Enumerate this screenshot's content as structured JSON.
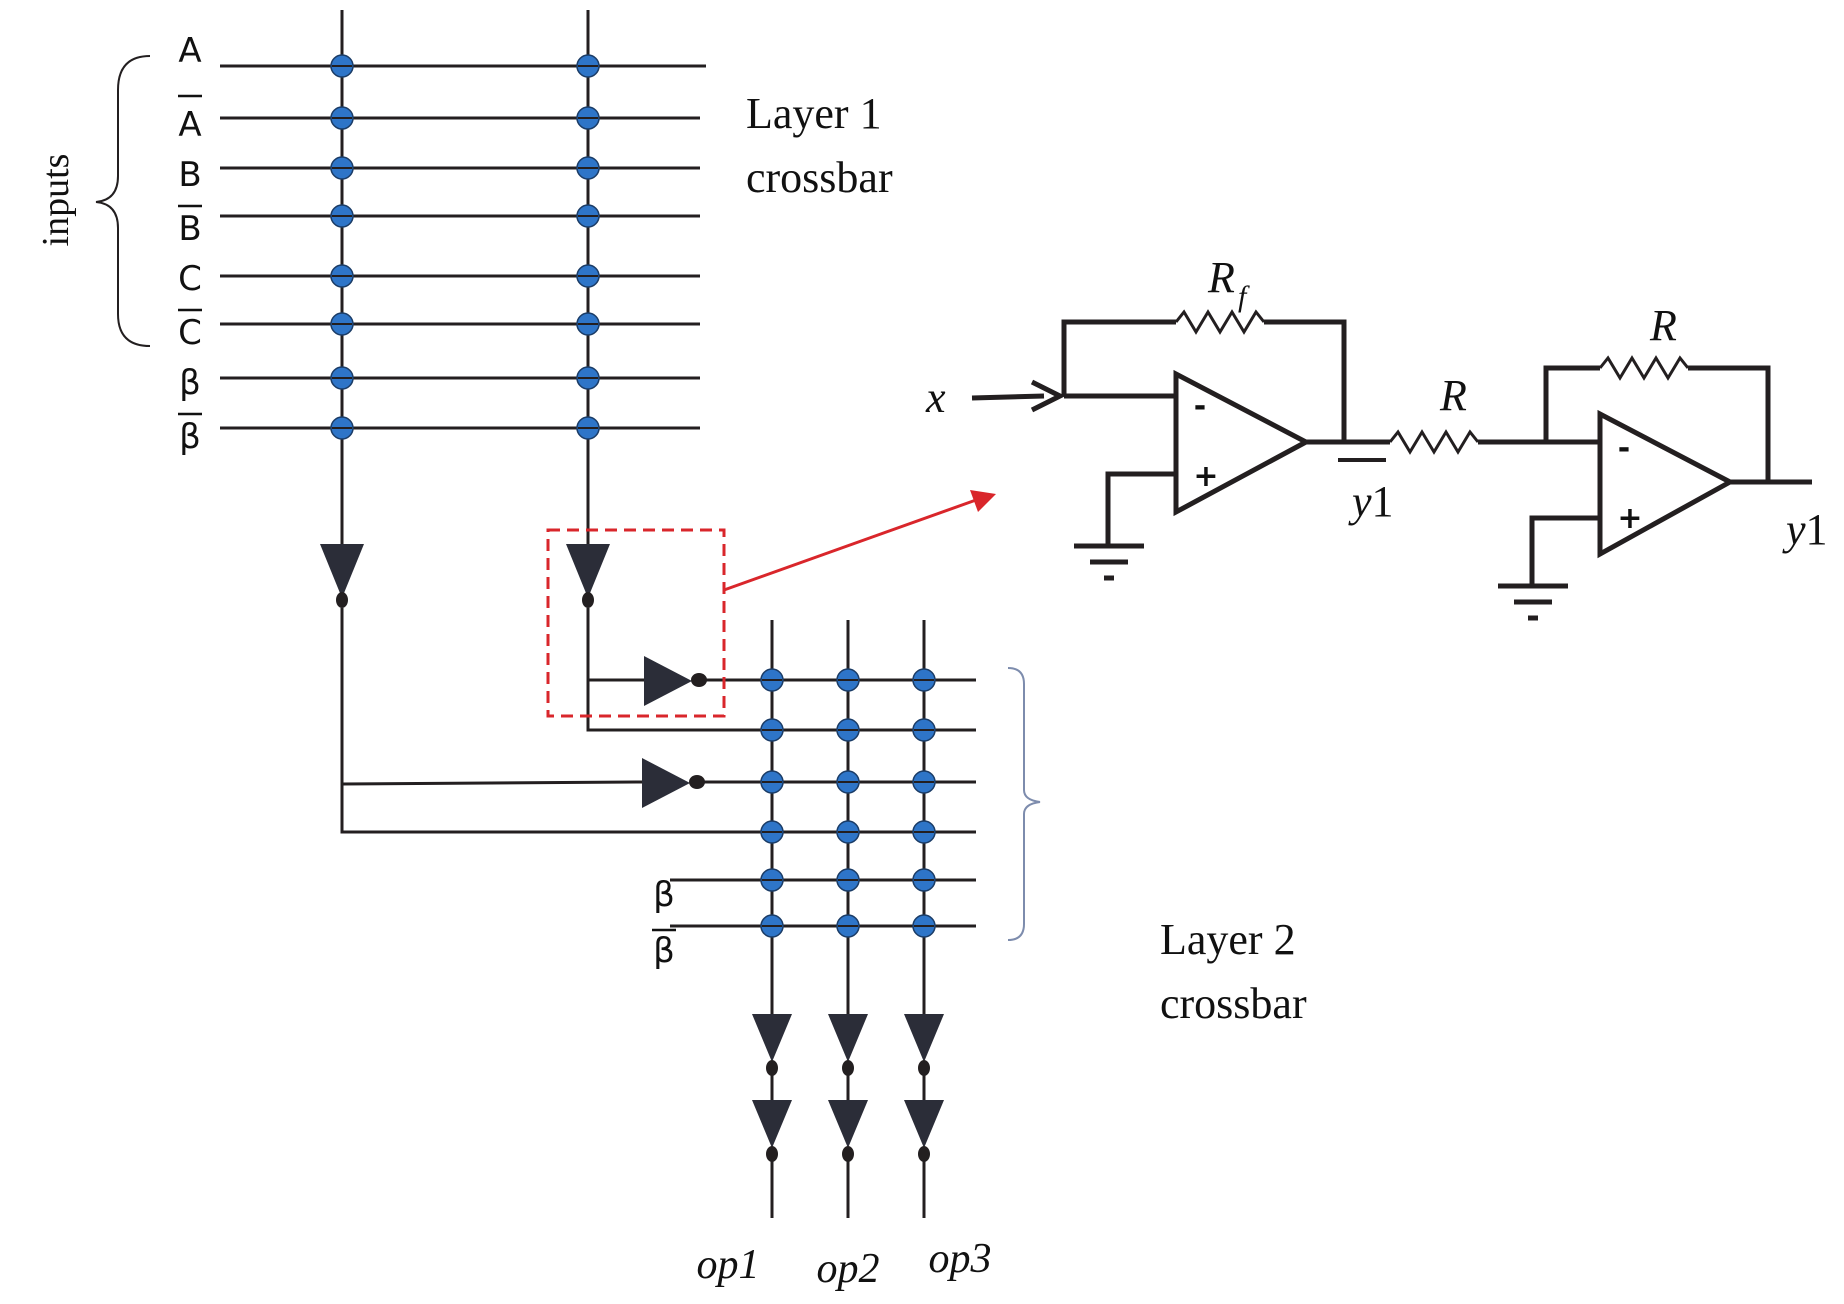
{
  "layer1": {
    "title_line1": "Layer 1",
    "title_line2": "crossbar",
    "inputs_label": "inputs",
    "row_labels": [
      "A",
      "A",
      "B",
      "B",
      "C",
      "C",
      "β",
      "β"
    ],
    "row_negated": [
      false,
      true,
      false,
      true,
      false,
      true,
      false,
      true
    ]
  },
  "layer2": {
    "title_line1": "Layer 2",
    "title_line2": "crossbar",
    "row_labels": [
      "β",
      "β"
    ],
    "row_negated": [
      false,
      true
    ]
  },
  "outputs": [
    "op1",
    "op2",
    "op3"
  ],
  "circuit": {
    "input_label": "x",
    "feedback_resistor_1": "R",
    "feedback_resistor_1_sub": "f",
    "series_resistor": "R",
    "feedback_resistor_2": "R",
    "mid_output_label": "y",
    "mid_output_label_num": "1",
    "final_output_label": "y",
    "final_output_label_num": "1",
    "minus_sign": "-",
    "plus_sign": "+"
  },
  "colors": {
    "wire": "#231f20",
    "node": "#2e75c8",
    "node_stroke": "#1b3c66",
    "gate": "#2b2d38",
    "highlight": "#d9262b",
    "brace_layer2": "#7d8cad"
  }
}
